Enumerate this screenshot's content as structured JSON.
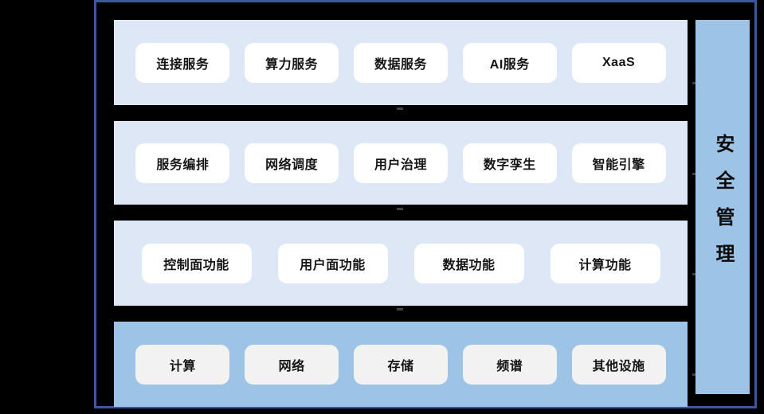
{
  "frame": {
    "border_color": "#39599c",
    "background_color": "#000000"
  },
  "palette": {
    "layer_light": "#dde7f5",
    "layer_strong": "#9dc3e6",
    "chip_white": "#ffffff",
    "chip_offwhite": "#f2f2f2",
    "text": "#151515",
    "frame_border": "#39599c"
  },
  "layers": [
    {
      "id": "service-layer",
      "tone": "light",
      "chips": [
        {
          "label": "连接服务"
        },
        {
          "label": "算力服务"
        },
        {
          "label": "数据服务"
        },
        {
          "label": "AI服务"
        },
        {
          "label": "XaaS"
        }
      ]
    },
    {
      "id": "orchestration-layer",
      "tone": "light",
      "chips": [
        {
          "label": "服务编排"
        },
        {
          "label": "网络调度"
        },
        {
          "label": "用户治理"
        },
        {
          "label": "数字孪生"
        },
        {
          "label": "智能引擎"
        }
      ]
    },
    {
      "id": "function-layer",
      "tone": "light",
      "chips": [
        {
          "label": "控制面功能"
        },
        {
          "label": "用户面功能"
        },
        {
          "label": "数据功能"
        },
        {
          "label": "计算功能"
        }
      ]
    },
    {
      "id": "infrastructure-layer",
      "tone": "strong",
      "chips": [
        {
          "label": "计算"
        },
        {
          "label": "网络"
        },
        {
          "label": "存储"
        },
        {
          "label": "频谱"
        },
        {
          "label": "其他设施"
        }
      ]
    }
  ],
  "security_column": {
    "label": "安全管理"
  }
}
